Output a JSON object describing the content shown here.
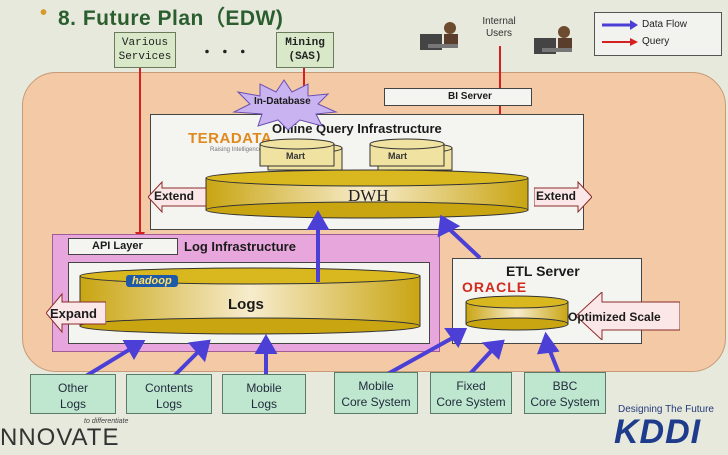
{
  "slide": {
    "bullet": "•",
    "title": "8. Future Plan（EDW)"
  },
  "top_boxes": {
    "various_services": "Various\nServices",
    "ellipsis": "・ ・ ・",
    "mining": "Mining\n(SAS)"
  },
  "internal_users": "Internal\nUsers",
  "legend": {
    "data_flow": "Data Flow",
    "query": "Query",
    "data_flow_color": "#4b3fd6",
    "query_color": "#d42020"
  },
  "in_database": "In-Database",
  "bi_server": "BI Server",
  "teradata": {
    "logo": "TERADATA",
    "tagline": "Raising Intelligence"
  },
  "online_query": "Online Query Infrastructure",
  "marts": [
    "Mart",
    "Mart"
  ],
  "dwh": "DWH",
  "extend_left": "Extend",
  "extend_right": "Extend",
  "api_layer": "API Layer",
  "log_infra": "Log Infrastructure",
  "hadoop": "hadoop",
  "logs": "Logs",
  "expand": "Expand",
  "etl_server": "ETL Server",
  "oracle": "ORACLE",
  "optimized_scale": "Optimized Scale",
  "sources": [
    {
      "label": "Other\nLogs"
    },
    {
      "label": "Contents\nLogs"
    },
    {
      "label": "Mobile\nLogs"
    },
    {
      "label": "Mobile\nCore System"
    },
    {
      "label": "Fixed\nCore System"
    },
    {
      "label": "BBC\nCore System"
    }
  ],
  "footer": {
    "innovate": "NNOVATE",
    "innovate_sub": "to differentiate",
    "designing": "Designing The Future",
    "kddi": "KDDI"
  },
  "colors": {
    "background_panel": "#f3caa5",
    "cylinder": "#d9b71e",
    "log_infra": "#e8a7dc"
  }
}
